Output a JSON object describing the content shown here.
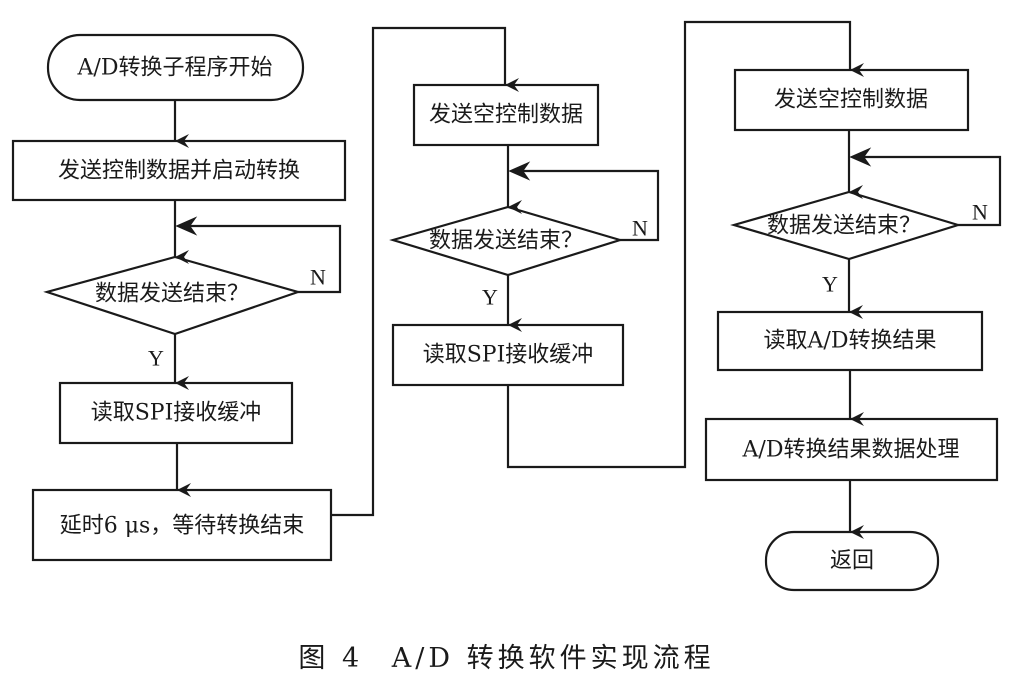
{
  "diagram": {
    "type": "flowchart",
    "columns": [
      {
        "id": "col1",
        "nodes": [
          {
            "id": "start",
            "shape": "terminal",
            "text": "A/D转换子程序开始"
          },
          {
            "id": "send_ctrl",
            "shape": "process",
            "text": "发送控制数据并启动转换"
          },
          {
            "id": "check1",
            "shape": "decision",
            "text": "数据发送结束？"
          },
          {
            "id": "read_spi1",
            "shape": "process",
            "text": "读取SPI接收缓冲"
          },
          {
            "id": "delay",
            "shape": "process",
            "text": "延时6 μs，等待转换结束"
          }
        ]
      },
      {
        "id": "col2",
        "nodes": [
          {
            "id": "send_empty1",
            "shape": "process",
            "text": "发送空控制数据"
          },
          {
            "id": "check2",
            "shape": "decision",
            "text": "数据发送结束？"
          },
          {
            "id": "read_spi2",
            "shape": "process",
            "text": "读取SPI接收缓冲"
          }
        ]
      },
      {
        "id": "col3",
        "nodes": [
          {
            "id": "send_empty2",
            "shape": "process",
            "text": "发送空控制数据"
          },
          {
            "id": "check3",
            "shape": "decision",
            "text": "数据发送结束？"
          },
          {
            "id": "read_result",
            "shape": "process",
            "text": "读取A/D转换结果"
          },
          {
            "id": "process_result",
            "shape": "process",
            "text": "A/D转换结果数据处理"
          },
          {
            "id": "return",
            "shape": "terminal",
            "text": "返回"
          }
        ]
      }
    ],
    "edges": [
      {
        "from": "start",
        "to": "send_ctrl"
      },
      {
        "from": "send_ctrl",
        "to": "check1"
      },
      {
        "from": "check1",
        "to": "check1",
        "label": "N"
      },
      {
        "from": "check1",
        "to": "read_spi1",
        "label": "Y"
      },
      {
        "from": "read_spi1",
        "to": "delay"
      },
      {
        "from": "delay",
        "to": "send_empty1"
      },
      {
        "from": "send_empty1",
        "to": "check2"
      },
      {
        "from": "check2",
        "to": "check2",
        "label": "N"
      },
      {
        "from": "check2",
        "to": "read_spi2",
        "label": "Y"
      },
      {
        "from": "read_spi2",
        "to": "send_empty2"
      },
      {
        "from": "send_empty2",
        "to": "check3"
      },
      {
        "from": "check3",
        "to": "check3",
        "label": "N"
      },
      {
        "from": "check3",
        "to": "read_result",
        "label": "Y"
      },
      {
        "from": "read_result",
        "to": "process_result"
      },
      {
        "from": "process_result",
        "to": "return"
      }
    ],
    "labels": {
      "yes": "Y",
      "no": "N"
    }
  },
  "caption": {
    "figure": "图 4",
    "title": "A/D 转换软件实现流程"
  }
}
